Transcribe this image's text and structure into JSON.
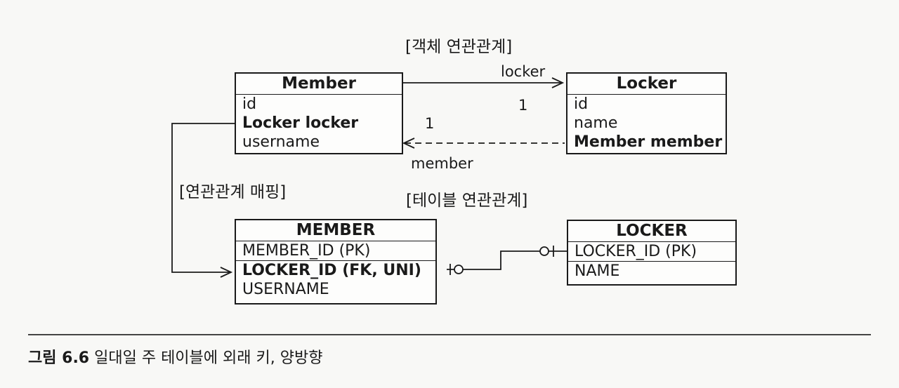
{
  "object_relation_title": "[객체 연관관계]",
  "table_relation_title": "[테이블 연관관계]",
  "mapping_label": "[연관관계 매핑]",
  "member_entity": {
    "title": "Member",
    "fields": [
      "id",
      "Locker locker",
      "username"
    ]
  },
  "locker_entity": {
    "title": "Locker",
    "fields": [
      "id",
      "name",
      "Member member"
    ]
  },
  "member_table": {
    "title": "MEMBER",
    "pk": "MEMBER_ID (PK)",
    "fk": "LOCKER_ID (FK, UNI)",
    "other": "USERNAME"
  },
  "locker_table": {
    "title": "LOCKER",
    "pk": "LOCKER_ID (PK)",
    "other": "NAME"
  },
  "assoc": {
    "locker_label": "locker",
    "member_label": "member",
    "mult_locker": "1",
    "mult_member": "1"
  },
  "caption": {
    "number": "그림 6.6",
    "text": " 일대일 주 테이블에 외래 키, 양방향"
  }
}
